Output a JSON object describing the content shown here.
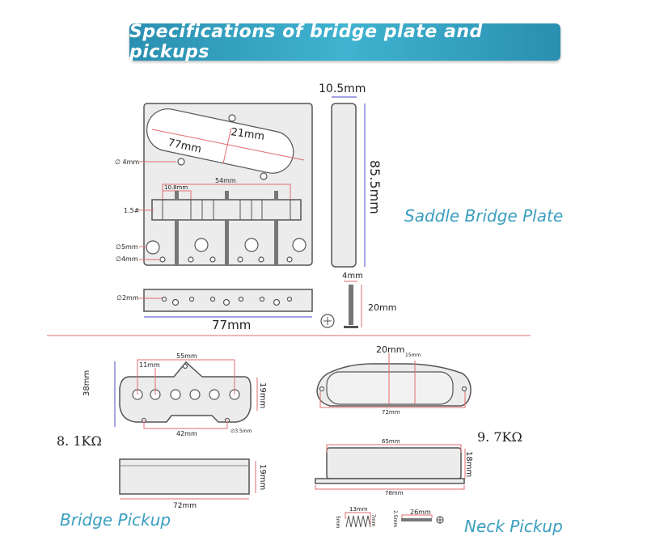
{
  "title": "Specifications of bridge plate and pickups",
  "bridge_plate": {
    "label": "Saddle Bridge Plate",
    "dims": {
      "width_side": "10.5mm",
      "height": "85.5mm",
      "slot_length": "77mm",
      "slot_width": "21mm",
      "hole_4mm": "∅ 4mm",
      "saddle_span": "54mm",
      "saddle_width": "10.8mm",
      "screw_size": "1.5#",
      "hole_5mm": "∅5mm",
      "hole_4mm_b": "∅4mm",
      "hole_2mm": "∅2mm",
      "plate_width": "77mm",
      "screw_dia": "4mm",
      "screw_len": "20mm"
    }
  },
  "bridge_pickup": {
    "label": "Bridge Pickup",
    "resistance": "8. 1KΩ",
    "dims": {
      "span": "55mm",
      "pole_spacing": "11mm",
      "height": "38mm",
      "pole_height": "19mm",
      "mount_span": "42mm",
      "mount_hole": "∅3.5mm",
      "side_height": "19mm",
      "length": "72mm"
    }
  },
  "neck_pickup": {
    "label": "Neck Pickup",
    "resistance": "9. 7KΩ",
    "dims": {
      "width": "20mm",
      "inner": "15mm",
      "length": "72mm",
      "cover_len": "65mm",
      "cover_h": "18mm",
      "base_len": "78mm",
      "spring_len": "13mm",
      "spring_top": "5mm",
      "spring_bot": "7mm",
      "screw_dia": "2.5mm",
      "screw_len": "26mm"
    }
  }
}
